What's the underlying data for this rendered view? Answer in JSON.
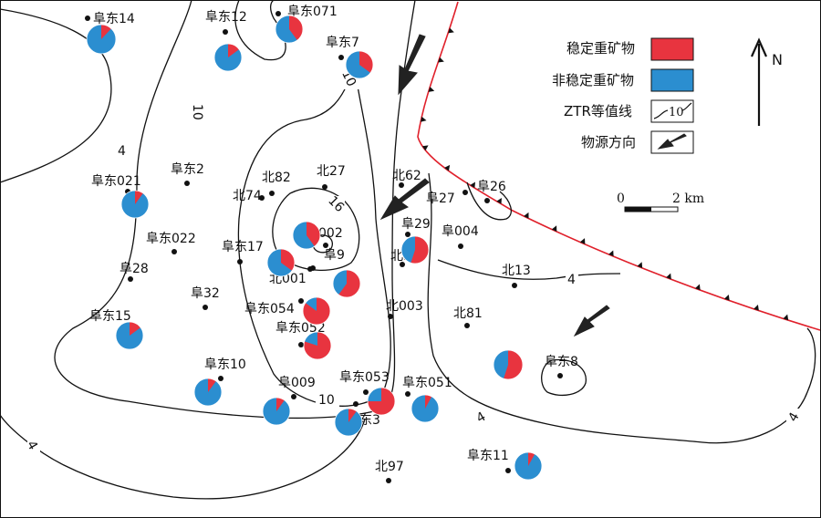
{
  "colors": {
    "stable": "#e8343f",
    "unstable": "#2b8ed0",
    "fault": "#e0202b",
    "contour": "#111111"
  },
  "legend": {
    "stable": "稳定重矿物",
    "unstable": "非稳定重矿物",
    "ztr": "ZTR等值线",
    "ztr_sample_value": "10",
    "provenance": "物源方向"
  },
  "north": "N",
  "scale": {
    "zero": "0",
    "end": "2 km"
  },
  "contour_labels": [
    "10",
    "10",
    "4",
    "16",
    "4",
    "10",
    "4",
    "4",
    "4"
  ],
  "wells": [
    "阜东14",
    "阜东12",
    "阜东071",
    "阜东7",
    "阜东021",
    "阜东2",
    "北82",
    "北27",
    "北62",
    "阜26",
    "北74",
    "阜27",
    "北002",
    "阜29",
    "阜东022",
    "阜东17",
    "阜9",
    "阜004",
    "阜28",
    "北001",
    "北36",
    "北13",
    "阜32",
    "阜东054",
    "北003",
    "北81",
    "阜东15",
    "阜东052",
    "阜东10",
    "阜东8",
    "阜009",
    "阜东053",
    "阜东051",
    "阜东3",
    "阜东11",
    "北97"
  ],
  "pies": [
    {
      "well": "阜东14",
      "stable_fraction": 0.12
    },
    {
      "well": "阜东12",
      "stable_fraction": 0.15
    },
    {
      "well": "阜东071",
      "stable_fraction": 0.4
    },
    {
      "well": "阜东7",
      "stable_fraction": 0.35
    },
    {
      "well": "阜东021",
      "stable_fraction": 0.1
    },
    {
      "well": "北002",
      "stable_fraction": 0.4
    },
    {
      "well": "北36",
      "stable_fraction": 0.55
    },
    {
      "well": "北001",
      "stable_fraction": 0.35
    },
    {
      "well": "阜9",
      "stable_fraction": 0.6
    },
    {
      "well": "阜东054",
      "stable_fraction": 0.85
    },
    {
      "well": "阜东052",
      "stable_fraction": 0.8
    },
    {
      "well": "阜东15",
      "stable_fraction": 0.15
    },
    {
      "well": "阜东8",
      "stable_fraction": 0.55
    },
    {
      "well": "阜东10",
      "stable_fraction": 0.1
    },
    {
      "well": "阜009",
      "stable_fraction": 0.1
    },
    {
      "well": "阜东053",
      "stable_fraction": 0.75
    },
    {
      "well": "阜东051",
      "stable_fraction": 0.08
    },
    {
      "well": "阜东3",
      "stable_fraction": 0.1
    },
    {
      "well": "阜东11",
      "stable_fraction": 0.08
    }
  ]
}
